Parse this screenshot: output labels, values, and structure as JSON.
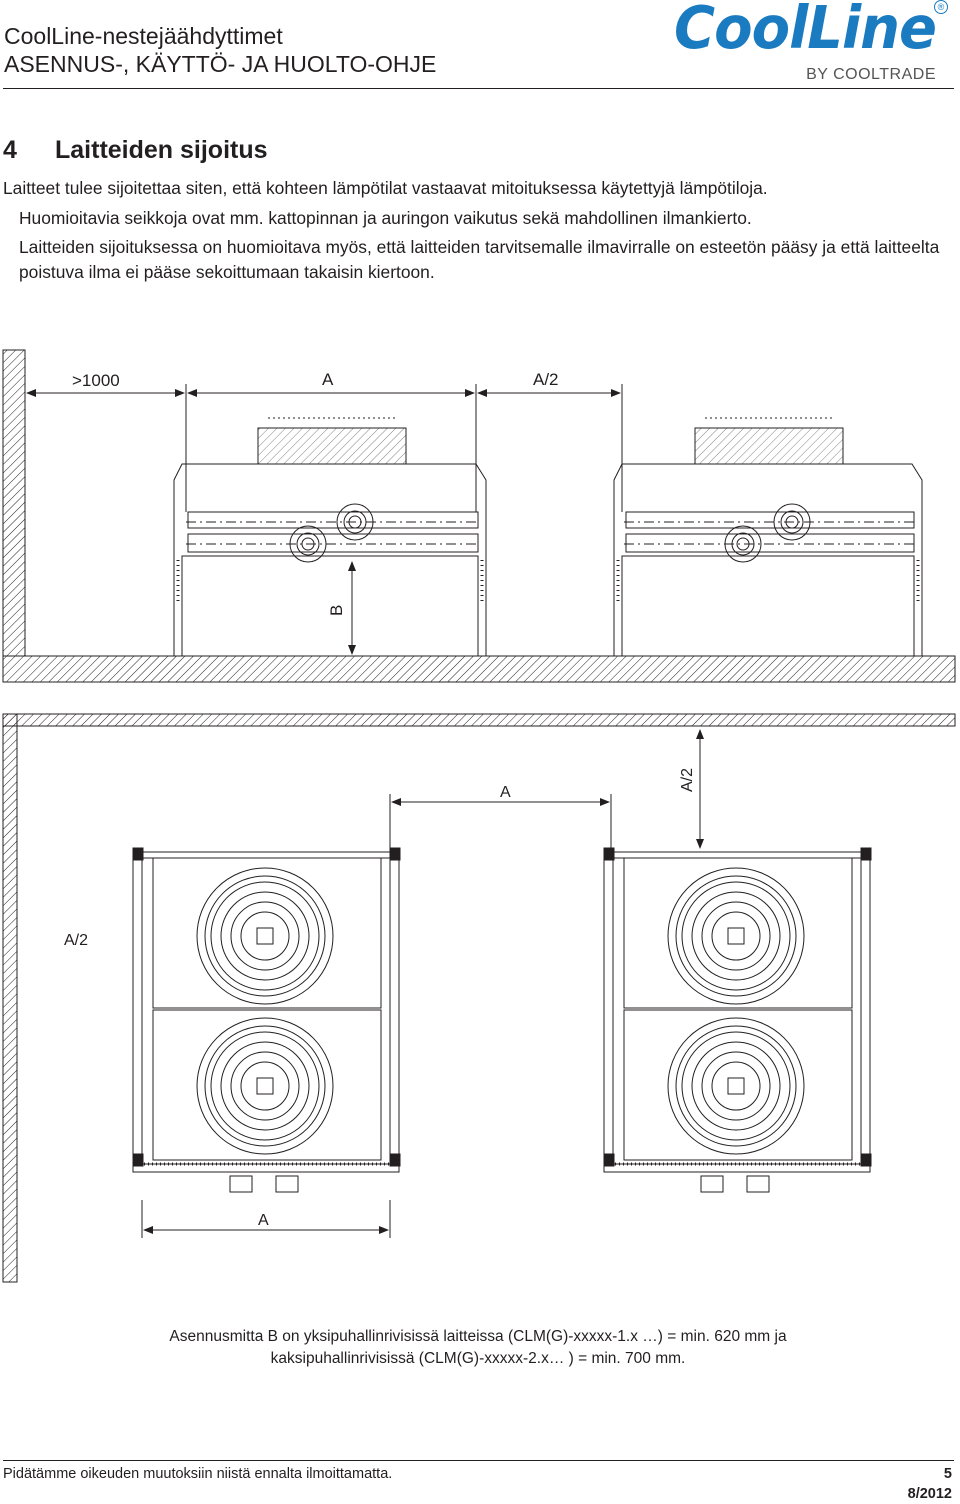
{
  "header": {
    "title_line1": "CoolLine-nestejäähdyttimet",
    "title_line2": "ASENNUS-, KÄYTTÖ- JA HUOLTO-OHJE",
    "logo_text": "CoolLine",
    "logo_sub": "BY COOLTRADE",
    "logo_reg": "®"
  },
  "section": {
    "number": "4",
    "title": "Laitteiden sijoitus",
    "paragraphs": [
      "Laitteet tulee sijoitettaa siten, että kohteen lämpötilat vastaavat mitoituksessa käytettyjä lämpötiloja.",
      "Huomioitavia seikkoja ovat mm. kattopinnan ja auringon vaikutus sekä mahdollinen ilmankierto.",
      "Laitteiden sijoituksessa on huomioitava myös, että laitteiden tarvitsemalle ilmavirralle on esteetön pääsy ja että laitteelta poistuva ilma ei pääse sekoittumaan takaisin kiertoon."
    ]
  },
  "drawing": {
    "side_view": {
      "dim_wall": ">1000",
      "dim_between": "A",
      "dim_half": "A/2",
      "dim_height": "B"
    },
    "top_view": {
      "dim_between": "A",
      "dim_top": "A/2",
      "dim_side": "A/2",
      "dim_width": "A"
    },
    "line_color": "#231f20"
  },
  "caption": {
    "line1": "Asennusmitta B on yksipuhallinrivisissä laitteissa (CLM(G)-xxxxx-1.x …) = min. 620 mm ja",
    "line2": "kaksipuhallinrivisissä (CLM(G)-xxxxx-2.x… ) = min. 700 mm."
  },
  "footer": {
    "note": "Pidätämme oikeuden muutoksiin niistä ennalta ilmoittamatta.",
    "page": "5",
    "date": "8/2012"
  }
}
